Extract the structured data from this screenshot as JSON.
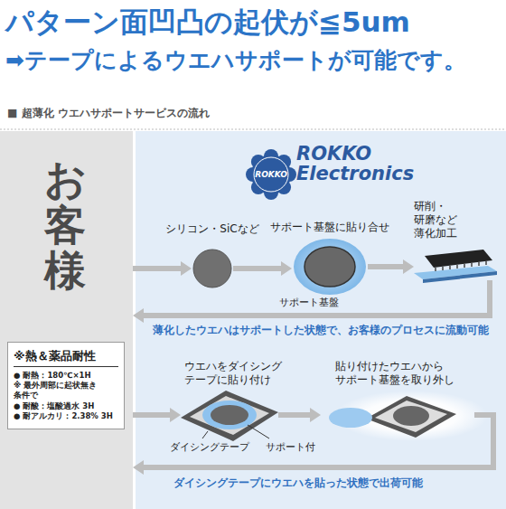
{
  "diagram": {
    "title": "パターン面凹凸の起伏が≦5um",
    "nodes": [
      {
        "text": [
          "お客様"
        ]
      },
      {
        "text": [
          "ROKKO Electronics"
        ]
      },
      {
        "text": [
          "シリコン・SiCなど"
        ],
        "in": 1
      },
      {
        "text": [
          "サポート基盤に貼り合せ",
          "サポート基盤"
        ],
        "in": 1
      },
      {
        "text": [
          "研削・研磨など 薄化加工"
        ],
        "in": 1
      },
      {
        "text": [
          "※熱＆薬品耐性",
          "● 耐熱：180℃×1H",
          "※ 最外周部に起状無き 条件で",
          "● 耐酸：塩酸過水 3H",
          "● 耐アルカリ：2.38% 3H"
        ],
        "in": 0
      },
      {
        "text": [
          "ウエハをダイシング テープに貼り付け",
          "ダイシングテープ",
          "サポート付"
        ],
        "in": 1
      },
      {
        "text": [
          "貼り付けたウエハから サポート基盤を取り外し"
        ],
        "in": 1
      }
    ],
    "edges": [
      {
        "from": 0,
        "to": 2,
        "arrow": "to"
      },
      {
        "from": 2,
        "to": 3,
        "arrow": "to"
      },
      {
        "from": 3,
        "to": 4,
        "arrow": "to"
      },
      {
        "from": 4,
        "to": 0,
        "arrow": "to",
        "label": "薄化したウエハはサポートした状態で、お客様のプロセスに流動可能"
      },
      {
        "from": 0,
        "to": 6,
        "arrow": "to"
      },
      {
        "from": 6,
        "to": 7,
        "arrow": "to"
      },
      {
        "from": 7,
        "to": 0,
        "arrow": "to",
        "label": "ダイシングテープにウエハを貼った状態で出荷可能"
      }
    ],
    "labels": [
      "➡テープによるウエハサポートが可能です。",
      "■ 超薄化 ウエハサポートサービスの流れ",
      "ROKKO"
    ]
  }
}
